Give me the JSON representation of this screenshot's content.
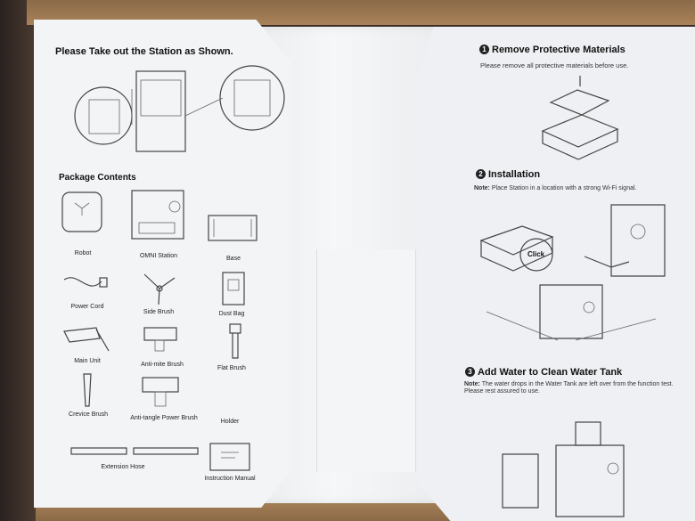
{
  "left_panel": {
    "heading": "Please Take out the Station as Shown.",
    "package_heading": "Package Contents",
    "items": {
      "robot": "Robot",
      "omni_station": "OMNI Station",
      "base": "Base",
      "power_cord": "Power Cord",
      "side_brush": "Side Brush",
      "dust_bag": "Dust Bag",
      "main_unit": "Main Unit",
      "anti_mite_brush": "Anti-mite Brush",
      "flat_brush": "Flat Brush",
      "crevice_brush": "Crevice Brush",
      "anti_tangle_brush": "Anti-tangle Power Brush",
      "holder": "Holder",
      "extension_hose": "Extension Hose",
      "instruction_manual": "Instruction Manual"
    }
  },
  "right_panel": {
    "step1": {
      "number": "1",
      "title": "Remove Protective Materials",
      "text": "Please remove all protective materials before use."
    },
    "step2": {
      "number": "2",
      "title": "Installation",
      "note_label": "Note:",
      "note": "Place Station in a location with a strong Wi-Fi signal.",
      "click_label": "Click"
    },
    "step3": {
      "number": "3",
      "title": "Add Water to Clean Water Tank",
      "note_label": "Note:",
      "note_line1": "The water drops in the Water Tank are left over from the function test.",
      "note_line2": "Please rest assured to use."
    }
  }
}
